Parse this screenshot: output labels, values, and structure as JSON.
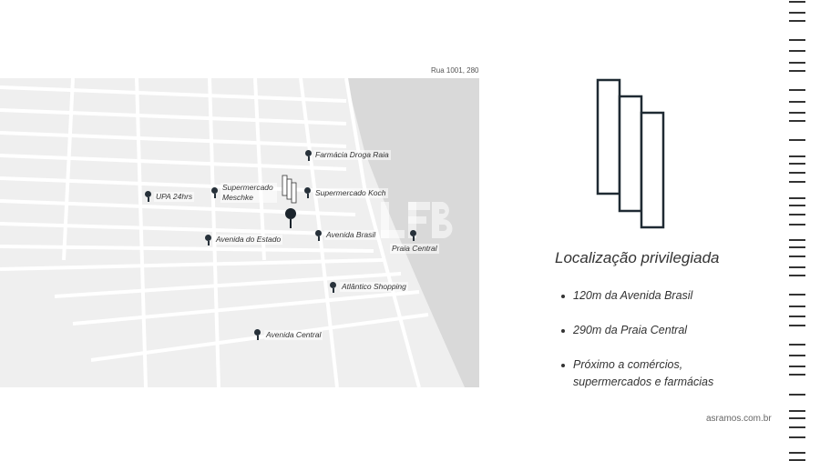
{
  "map": {
    "address": "Rua 1001, 280",
    "watermark": "LFB",
    "places": [
      {
        "label": "Farmácia Droga Raia"
      },
      {
        "label": "Supermercado Meschke"
      },
      {
        "label": "UPA 24hrs"
      },
      {
        "label": "Supermercado Koch"
      },
      {
        "label": "Avenida do Estado"
      },
      {
        "label": "Avenida Brasil"
      },
      {
        "label": "Praia Central"
      },
      {
        "label": "Atlântico Shopping"
      },
      {
        "label": "Avenida Central"
      }
    ]
  },
  "info": {
    "title": "Localização privilegiada",
    "bullets": [
      "120m da Avenida Brasil",
      "290m da Praia Central",
      "Próximo a comércios, supermercados e farmácias"
    ]
  },
  "footer": {
    "website": "asramos.com.br"
  }
}
